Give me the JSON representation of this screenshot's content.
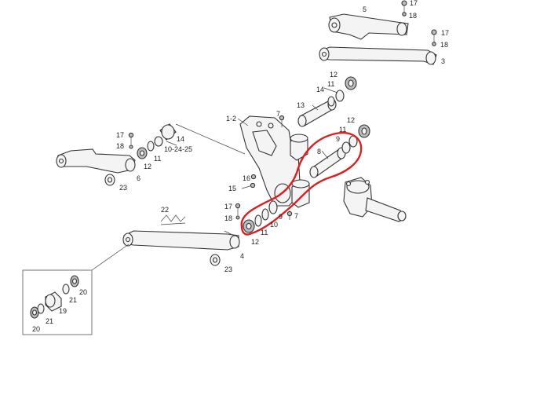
{
  "labels": {
    "l5": "5",
    "l17a": "17",
    "l18a": "18",
    "l17b": "17",
    "l18b": "18",
    "l3": "3",
    "l12a": "12",
    "l14a": "14",
    "l11a": "11",
    "l13": "13",
    "l7a": "7",
    "l1_2": "1-2",
    "l12b": "12",
    "l11b": "11",
    "l9": "9",
    "l8": "8",
    "l17c": "17",
    "l18c": "18",
    "l14b": "14",
    "l10_24_25": "10-24-25",
    "l11c": "11",
    "l12c": "12",
    "l6": "6",
    "l23a": "23",
    "l16": "16",
    "l15": "15",
    "l22": "22",
    "l17d": "17",
    "l18d": "18",
    "l7b": "7",
    "l10": "10",
    "l9b": "9",
    "l11d": "11",
    "l12d": "12",
    "l4": "4",
    "l23b": "23",
    "l20a": "20",
    "l21a": "21",
    "l19": "19",
    "l21b": "21",
    "l20b": "20"
  },
  "colors": {
    "highlight": "#d92020",
    "line": "#333333"
  }
}
